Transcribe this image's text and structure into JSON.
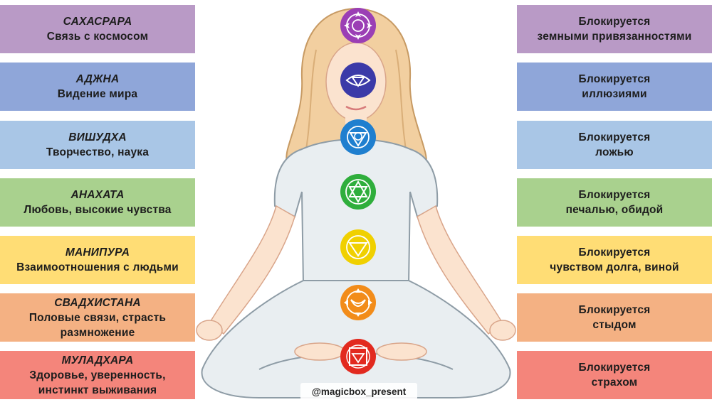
{
  "left_panels": [
    {
      "title": "САХАСРАРА",
      "lines": [
        "Связь с космосом"
      ],
      "color": "#b99ac6"
    },
    {
      "title": "АДЖНА",
      "lines": [
        "Видение мира"
      ],
      "color": "#8fa6d9"
    },
    {
      "title": "ВИШУДХА",
      "lines": [
        "Творчество, наука"
      ],
      "color": "#a9c6e6"
    },
    {
      "title": "АНАХАТА",
      "lines": [
        "Любовь, высокие чувства"
      ],
      "color": "#a9d18e"
    },
    {
      "title": "МАНИПУРА",
      "lines": [
        "Взаимоотношения с людьми"
      ],
      "color": "#ffdd75"
    },
    {
      "title": "СВАДХИСТАНА",
      "lines": [
        "Половые связи, страсть",
        "размножение"
      ],
      "color": "#f4b183"
    },
    {
      "title": "МУЛАДХАРА",
      "lines": [
        "Здоровье, уверенность,",
        "инстинкт выживания"
      ],
      "color": "#f4857b"
    }
  ],
  "right_panels": [
    {
      "lines": [
        "Блокируется",
        "земными привязанностями"
      ],
      "color": "#b99ac6"
    },
    {
      "lines": [
        "Блокируется",
        "иллюзиями"
      ],
      "color": "#8fa6d9"
    },
    {
      "lines": [
        "Блокируется",
        "ложью"
      ],
      "color": "#a9c6e6"
    },
    {
      "lines": [
        "Блокируется",
        "печалью, обидой"
      ],
      "color": "#a9d18e"
    },
    {
      "lines": [
        "Блокируется",
        "чувством долга, виной"
      ],
      "color": "#ffdd75"
    },
    {
      "lines": [
        "Блокируется",
        "стыдом"
      ],
      "color": "#f4b183"
    },
    {
      "lines": [
        "Блокируется",
        "страхом"
      ],
      "color": "#f4857b"
    }
  ],
  "chakra_icons": [
    {
      "name": "sahasrara-lotus-icon",
      "color": "#9b3fb5"
    },
    {
      "name": "ajna-eye-icon",
      "color": "#3b3aa8"
    },
    {
      "name": "vishuddha-triangle-icon",
      "color": "#1f7fcf"
    },
    {
      "name": "anahata-hexagram-icon",
      "color": "#2fae3c"
    },
    {
      "name": "manipura-triangle-icon",
      "color": "#f0d000"
    },
    {
      "name": "svadhisthana-moon-icon",
      "color": "#f28c1a"
    },
    {
      "name": "muladhara-square-icon",
      "color": "#e22a1f"
    }
  ],
  "watermark": "@magicbox_present"
}
